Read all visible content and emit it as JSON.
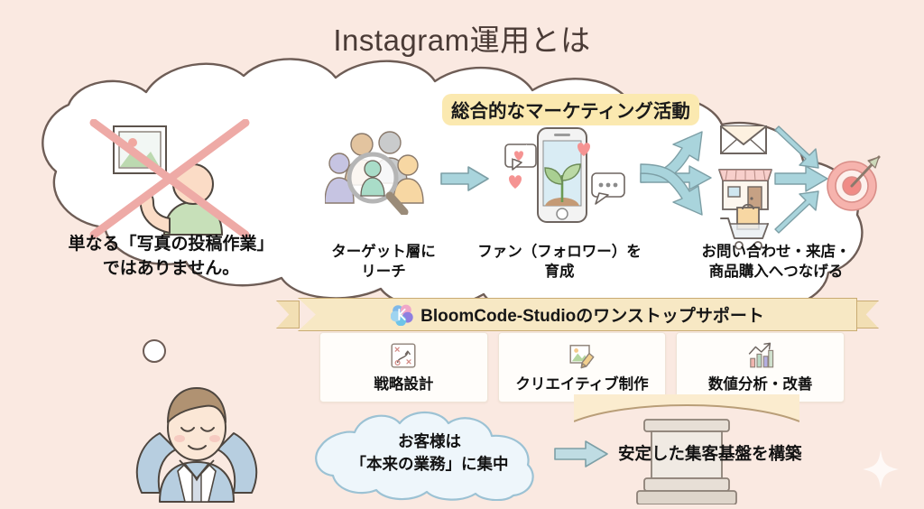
{
  "page": {
    "title": "Instagram運用とは",
    "background_color": "#fae9e1",
    "title_color": "#4a3b36"
  },
  "thought_bubble": {
    "message_line1": "単なる「写真の投稿作業」",
    "message_line2": "ではありません。",
    "crossed_out_icon": "no-photo-posting-icon"
  },
  "marketing": {
    "subtitle": "総合的なマーケティング活動",
    "highlight_color": "#fbe9b0",
    "steps": [
      {
        "icon": "audience-search-icon",
        "caption_line1": "ターゲット層に",
        "caption_line2": "リーチ"
      },
      {
        "icon": "smartphone-growth-icon",
        "caption_line1": "ファン（フォロワー）を",
        "caption_line2": "育成"
      },
      {
        "icon": "mail-shop-cart-icon",
        "caption_line1": "お問い合わせ・来店・",
        "caption_line2": "商品購入へつなげる"
      }
    ],
    "goal_icon": "target-bullseye-icon",
    "arrow_color": "#a9d4dc"
  },
  "support_banner": {
    "logo": "bloomcode-flower-logo",
    "label": "BloomCode-Studioのワンストップサポート",
    "ribbon_color": "#f7e8c4"
  },
  "service_cards": [
    {
      "icon": "strategy-path-icon",
      "label": "戦略設計"
    },
    {
      "icon": "creative-image-pencil-icon",
      "label": "クリエイティブ制作"
    },
    {
      "icon": "analytics-bar-chart-icon",
      "label": "数値分析・改善"
    }
  ],
  "outcome": {
    "person_icon": "relaxed-businessman-icon",
    "cloud_line1": "お客様は",
    "cloud_line2": "「本来の業務」に集中",
    "arrow_icon": "right-arrow-icon",
    "result_text": "安定した集客基盤を構築",
    "pedestal_icon": "stone-pedestal-icon"
  },
  "decoration": {
    "sparkle": "four-point-sparkle-icon"
  }
}
